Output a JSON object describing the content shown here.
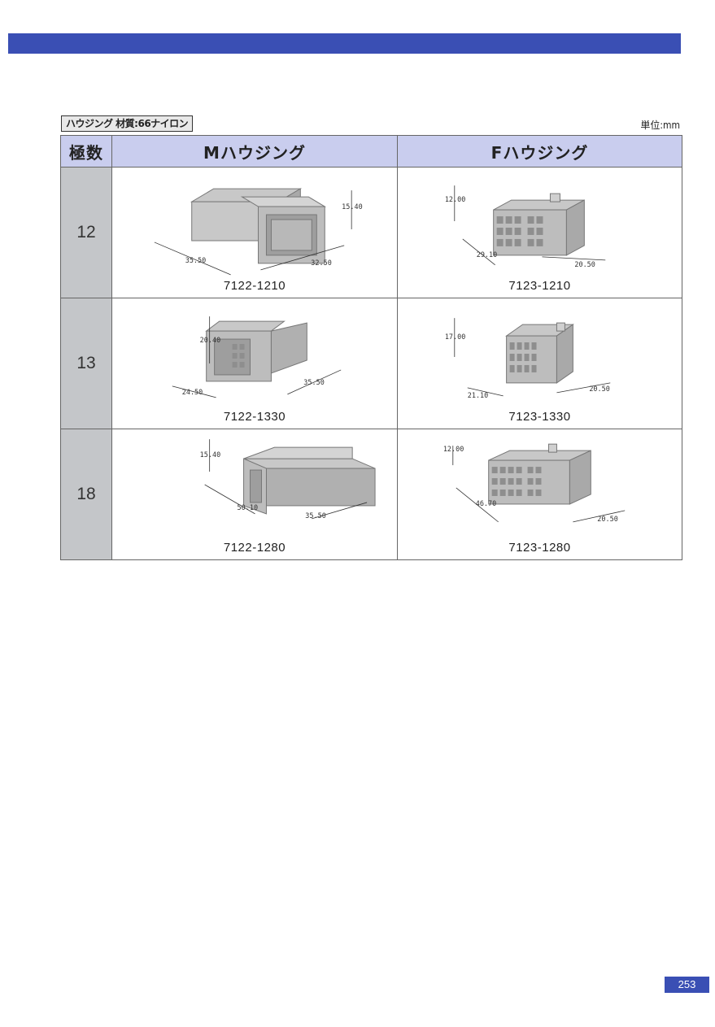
{
  "material_label": "ハウジング 材質:66ナイロン",
  "unit_label": "単位:mm",
  "table": {
    "headers": {
      "pole": "極数",
      "male": "Mハウジング",
      "female": "Fハウジング"
    },
    "rows": [
      {
        "pole": "12",
        "male": {
          "part_no": "7122-1210",
          "dims": [
            "15.40",
            "35.50",
            "32.50"
          ]
        },
        "female": {
          "part_no": "7123-1210",
          "dims": [
            "12.00",
            "29.10",
            "20.50"
          ]
        }
      },
      {
        "pole": "13",
        "male": {
          "part_no": "7122-1330",
          "dims": [
            "20.40",
            "24.50",
            "35.50"
          ]
        },
        "female": {
          "part_no": "7123-1330",
          "dims": [
            "17.00",
            "21.10",
            "20.50"
          ]
        }
      },
      {
        "pole": "18",
        "male": {
          "part_no": "7122-1280",
          "dims": [
            "15.40",
            "50.10",
            "35.50"
          ]
        },
        "female": {
          "part_no": "7123-1280",
          "dims": [
            "12.00",
            "46.70",
            "20.50"
          ]
        }
      }
    ]
  },
  "page_number": "253"
}
